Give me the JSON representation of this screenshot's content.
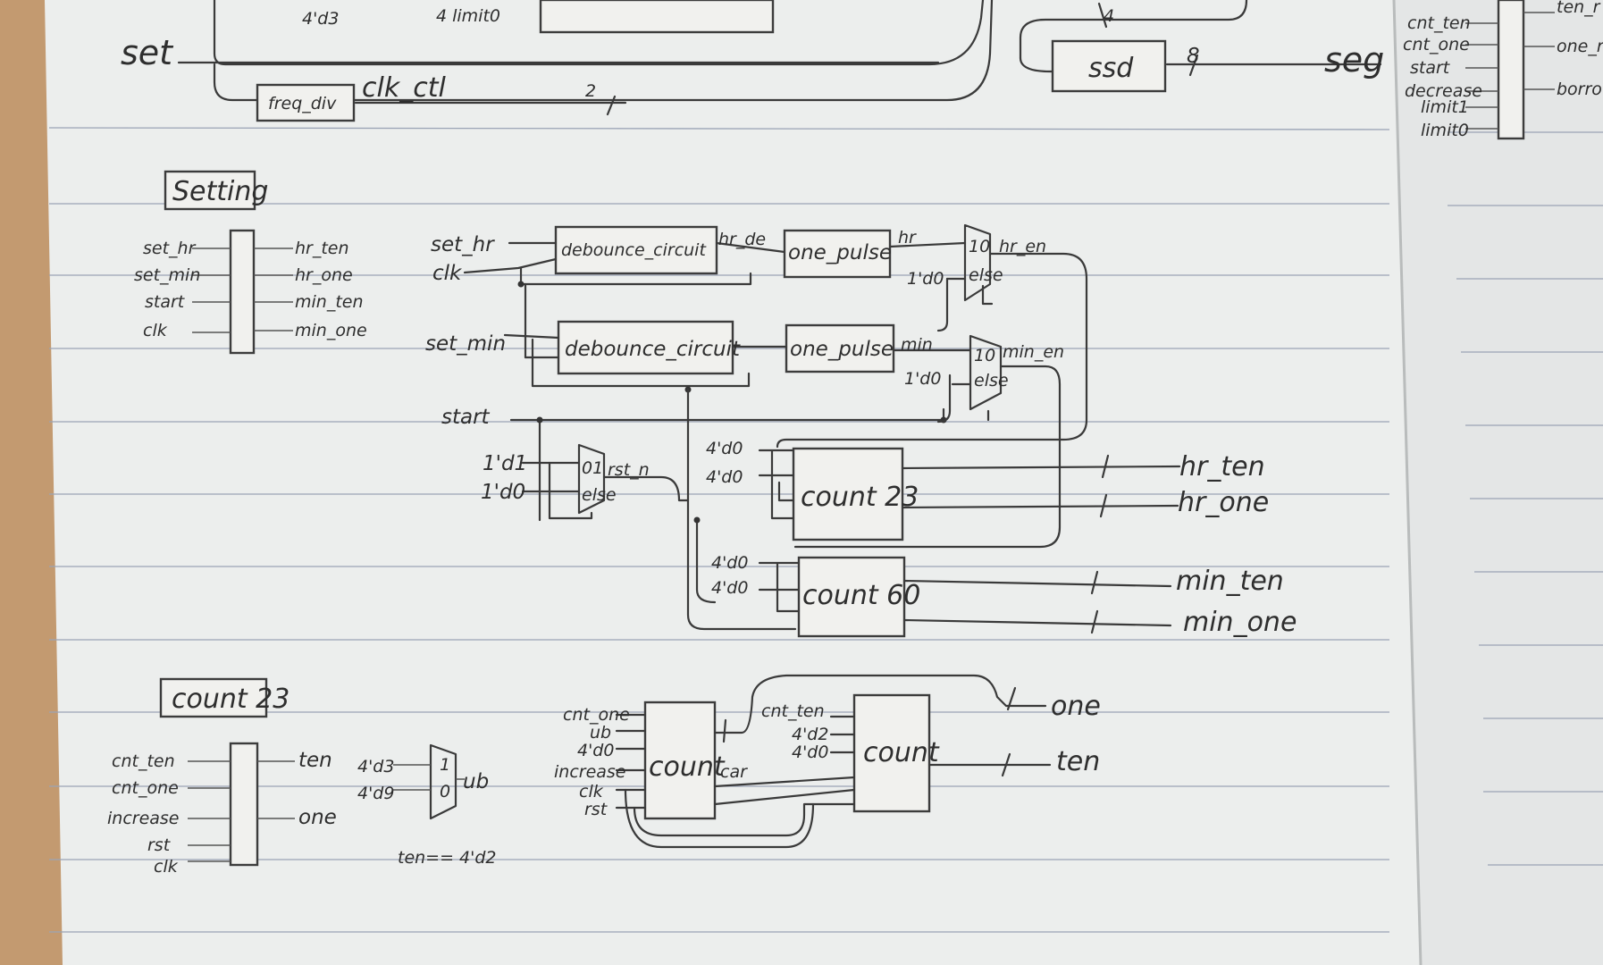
{
  "top": {
    "set": "set",
    "four_d3": "4'd3",
    "limit0": "4 limit0",
    "freq_div": "freq_div",
    "clk_ctl": "clk_ctl",
    "ssd": "ssd",
    "seg": "seg",
    "bus4": "4",
    "bus8": "8",
    "bus2": "2"
  },
  "right_page": {
    "cnt_ten": "cnt_ten",
    "cnt_one": "cnt_one",
    "start": "start",
    "decrease": "decrease",
    "limit1": "limit1",
    "limit0": "limit0",
    "ten_r": "ten_r",
    "one_r": "one_r",
    "borrow": "borrow"
  },
  "setting": {
    "title": "Setting",
    "block_inputs": [
      "set_hr",
      "set_min",
      "start",
      "clk"
    ],
    "block_outputs": [
      "hr_ten",
      "hr_one",
      "min_ten",
      "min_one"
    ],
    "set_hr": "set_hr",
    "clk": "clk",
    "set_min": "set_min",
    "start": "start",
    "debounce_circuit": "debounce_circuit",
    "hr_de": "hr_de",
    "one_pulse": "one_pulse",
    "hr": "hr",
    "min": "min",
    "one_b0": "1'd0",
    "mux_10": "10",
    "mux_else": "else",
    "hr_en": "hr_en",
    "min_en": "min_en",
    "one_b1": "1'd1",
    "one_b0_b": "1'd0",
    "mux_01": "01",
    "rst_n": "rst_n",
    "four_d0": "4'd0",
    "count23": "count 23",
    "count60": "count 60",
    "out_hr_ten": "hr_ten",
    "out_hr_one": "hr_one",
    "out_min_ten": "min_ten",
    "out_min_one": "min_one"
  },
  "count23": {
    "title": "count 23",
    "block_inputs": [
      "cnt_ten",
      "cnt_one",
      "increase",
      "rst",
      "clk"
    ],
    "block_outputs": [
      "ten",
      "one"
    ],
    "mux_in_a": "4'd3",
    "mux_in_b": "4'd9",
    "mux_1": "1",
    "mux_0": "0",
    "ub": "ub",
    "mux_sel": "ten== 4'd2",
    "c1_inputs": [
      "cnt_one",
      "ub",
      "4'd0",
      "increase",
      "clk",
      "rst"
    ],
    "c1_label": "count",
    "car": "car",
    "c2_inputs": [
      "cnt_ten",
      "4'd2",
      "4'd0"
    ],
    "c2_label": "count",
    "out_one": "one",
    "out_ten": "ten"
  }
}
